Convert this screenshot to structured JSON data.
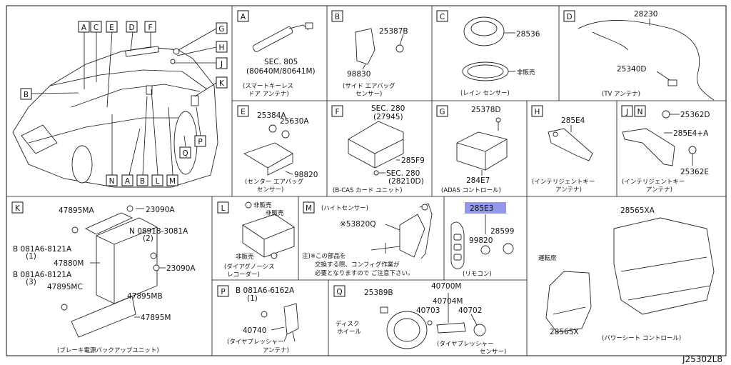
{
  "diagram_id": "J25302L8",
  "car_letters": [
    "A",
    "C",
    "E",
    "D",
    "F",
    "G",
    "H",
    "J",
    "K",
    "B",
    "N",
    "A",
    "B",
    "L",
    "M",
    "Q",
    "P"
  ],
  "sections": {
    "A": {
      "letter": "A",
      "part": "SEC. 805",
      "part2": "(80640M/80641M)",
      "caption1": "(スマートキーレス",
      "caption2": "ドア アンテナ)"
    },
    "B": {
      "letter": "B",
      "p1": "25387B",
      "p2": "98830",
      "caption1": "(サイド エアバッグ",
      "caption2": "センサー)"
    },
    "C": {
      "letter": "C",
      "p1": "28536",
      "note": "非販売",
      "caption": "(レイン センサー)"
    },
    "D": {
      "letter": "D",
      "p1": "28230",
      "p2": "25340D",
      "caption": "(TV アンテナ)"
    },
    "E": {
      "letter": "E",
      "p1": "25384A",
      "p2": "25630A",
      "p3": "98820",
      "caption1": "(センター エアバッグ",
      "caption2": "センサー)"
    },
    "F": {
      "letter": "F",
      "p1": "SEC. 280",
      "p1b": "(27945)",
      "p2": "285F9",
      "p3": "SEC. 280",
      "p3b": "(28210D)",
      "caption": "(B-CAS カード ユニット)"
    },
    "G": {
      "letter": "G",
      "p1": "25378D",
      "p2": "284E7",
      "caption": "(ADAS コントロール)"
    },
    "H": {
      "letter": "H",
      "p1": "285E4",
      "caption1": "(インテリジェントキー",
      "caption2": "アンテナ)"
    },
    "JN": {
      "letter1": "J",
      "letter2": "N",
      "p1": "25362D",
      "p2": "285E4+A",
      "p3": "25362E",
      "caption1": "(インテリジェントキー",
      "caption2": "アンテナ)"
    },
    "K": {
      "letter": "K",
      "p1": "47895MA",
      "p2": "23090A",
      "p3": "N 08918-3081A",
      "p3b": "(2)",
      "p4": "B 081A6-8121A",
      "p4b": "(1)",
      "p5": "47880M",
      "p6": "23090A",
      "p7": "B 081A6-8121A",
      "p7b": "(3)",
      "p8": "47895MC",
      "p9": "47895MB",
      "p10": "47895M",
      "caption": "(ブレーキ電源バックアップユニット)"
    },
    "L": {
      "letter": "L",
      "n1": "非販売",
      "n2": "非販売",
      "n3": "非販売",
      "caption1": "(ダイアグノーシス",
      "caption2": "レコーダー)"
    },
    "M": {
      "letter": "M",
      "caption": "(ハイトセンサー)",
      "p1": "※53820Q",
      "note1": "注)※この部品を",
      "note2": "交換する際、コンフィグ作業が",
      "note3": "必要となりますので ご注意下さい。"
    },
    "R": {
      "p1": "285E3",
      "p2": "28599",
      "p3": "99820",
      "caption": "(リモコン)"
    },
    "S": {
      "p1": "28565XA",
      "label": "運転席",
      "p2": "28565X",
      "caption": "(パワーシート コントロール)"
    },
    "P": {
      "letter": "P",
      "p1": "B 081A6-6162A",
      "p1b": "(1)",
      "p2": "40740",
      "caption1": "(タイヤプレッシャー",
      "caption2": "アンテナ)"
    },
    "Q": {
      "letter": "Q",
      "p1": "25389B",
      "p2": "40700M",
      "p3": "40704M",
      "p4": "40703",
      "p5": "40702",
      "label1": "ディスク",
      "label2": "ホイール",
      "caption1": "(タイヤプレッシャー",
      "caption2": "センサー)"
    }
  }
}
